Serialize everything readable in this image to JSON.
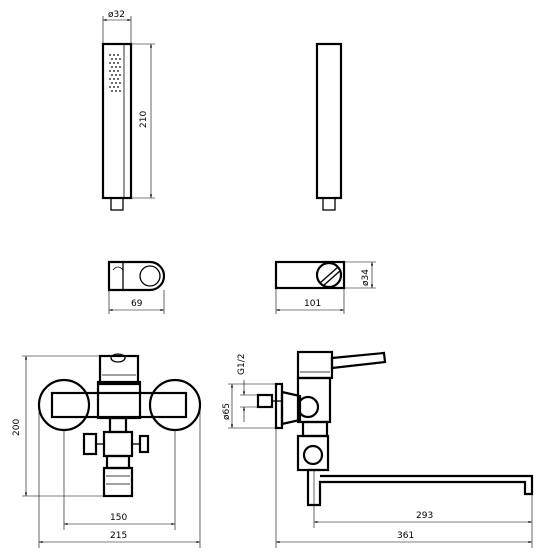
{
  "dimensions": {
    "shower_diameter": "ø32",
    "shower_length": "210",
    "holder_width": "69",
    "side_holder_width": "101",
    "side_holder_diameter": "ø34",
    "mixer_height": "200",
    "mixer_centres": "150",
    "mixer_width": "215",
    "connection_thread": "G1/2",
    "flange_diameter": "ø65",
    "spout_reach": "293",
    "overall_depth": "361"
  }
}
